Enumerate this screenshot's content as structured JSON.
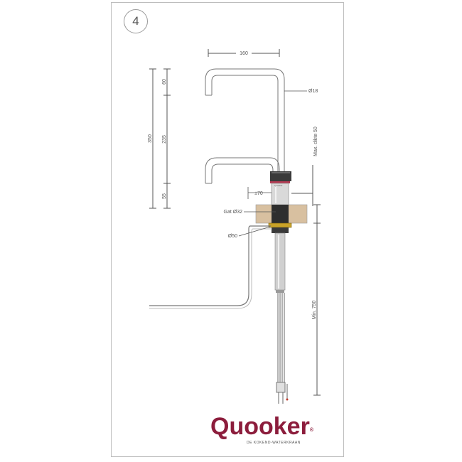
{
  "step": {
    "number": "4"
  },
  "dimensions": {
    "spout_width": "160",
    "pipe_diameter": "Ø18",
    "max_thickness": "Max. dikte 50",
    "total_height": "350",
    "upper_height": "60",
    "middle_height": "235",
    "lower_height": "55",
    "offset": "±70",
    "hole": "Gat Ø32",
    "base_diameter": "Ø50",
    "min_length": "Min. 750"
  },
  "product": {
    "body_label": "Quooker"
  },
  "brand": {
    "name": "Quooker",
    "registered": "®",
    "tagline": "DE KOKEND-WATERKRAAN"
  },
  "colors": {
    "brand": "#8c1d3c",
    "ring": "#c9a227",
    "counter": "#d8c0a0",
    "line": "#555555"
  }
}
